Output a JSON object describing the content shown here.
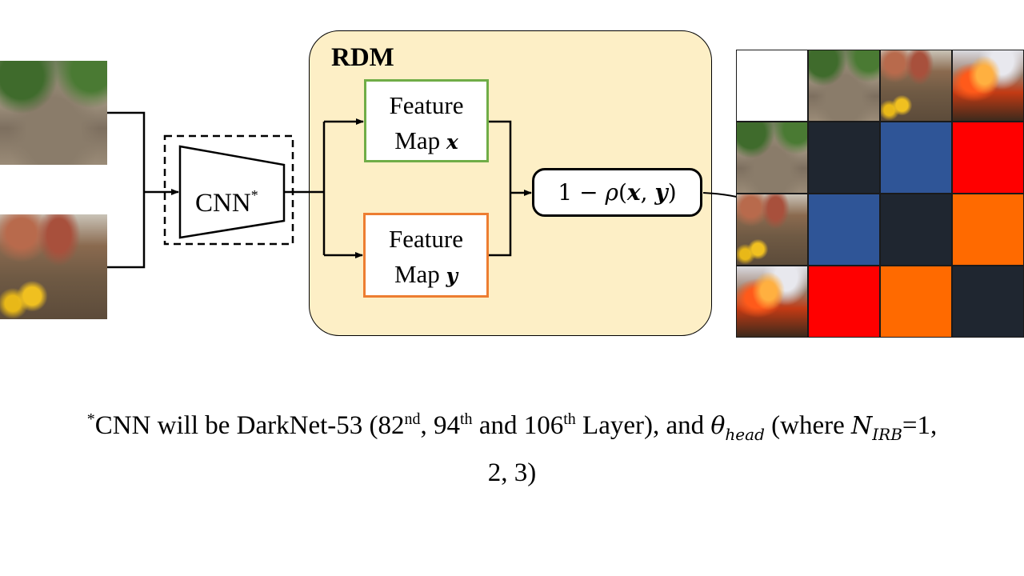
{
  "rdm": {
    "title": "RDM",
    "feature_x": {
      "word1": "Feature",
      "word2": "Map",
      "var": "x"
    },
    "feature_y": {
      "word1": "Feature",
      "word2": "Map",
      "var": "y"
    },
    "function": {
      "one": "1",
      "minus": "−",
      "rho": "ρ",
      "open": "(",
      "x": "x",
      "comma": ",",
      "y": "y",
      "close": ")"
    }
  },
  "cnn": {
    "label": "CNN",
    "asterisk": "*"
  },
  "matrix": {
    "colors": {
      "diagonal": "#1f2630",
      "low": "#2f5597",
      "mid": "#ff6a00",
      "high": "#ff0000"
    },
    "rows": [
      [
        "diagonal",
        "low",
        "high"
      ],
      [
        "low",
        "diagonal",
        "mid"
      ],
      [
        "high",
        "mid",
        "diagonal"
      ]
    ]
  },
  "footnote": {
    "star": "*",
    "text1": "CNN will be DarkNet-53 (82",
    "sup1": "nd",
    "text2": ", 94",
    "sup2": "th",
    "text3": " and 106",
    "sup3": "th",
    "text4": " Layer), and ",
    "theta": "θ",
    "theta_sub": "head",
    "text5": " (where ",
    "n": "N",
    "n_sub": "IRB",
    "text6": "=1,",
    "line2": "2, 3)"
  }
}
